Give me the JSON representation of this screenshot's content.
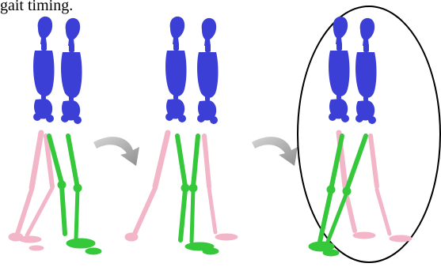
{
  "caption": {
    "text": "gait timing."
  },
  "figure": {
    "panels": [
      {
        "name": "gait-phase-1"
      },
      {
        "name": "gait-phase-2"
      },
      {
        "name": "gait-phase-3",
        "highlighted": true
      }
    ],
    "transition_arrows": 2,
    "colors": {
      "torso": "#3b3fd6",
      "leg_front": "#35c83a",
      "leg_back": "#f2b6c8",
      "arrow": "#a8a8a8",
      "highlight_ellipse": "#000000"
    }
  }
}
